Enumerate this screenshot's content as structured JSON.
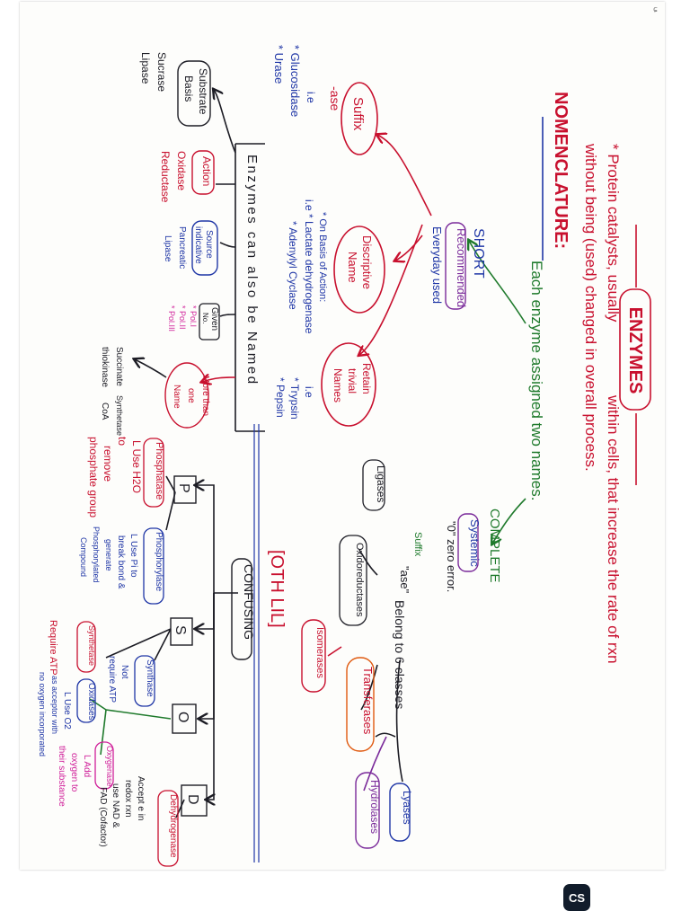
{
  "diagram": {
    "title": "ENZYMES",
    "definition": {
      "line1_a": "* Protein catalysts, usually",
      "line1_b": "within cells, that increase the rate of rxn",
      "line2": "without being (used) changed in overall process."
    },
    "nomenclature_heading": "NOMENCLATURE:",
    "assigned_note": "Each enzyme assigned two names.",
    "short": {
      "label": "SHORT",
      "recommended": "Recommended",
      "everyday": "Everyday used"
    },
    "complete": {
      "label": "COMPLETE",
      "systemic": "Systemic",
      "zero_error": "\"0\" zero error.",
      "suffix_label": "Suffix",
      "suffix_ase": "\"ase\"",
      "belong": "Belong to 6 classes",
      "mnemonic": "[OTH LIL]",
      "classes": {
        "oxidoreductases": "Oxidoreductases",
        "transferases": "Transferases",
        "hydrolases": "Hydrolases",
        "lyases": "Lyases",
        "isomerases": "Isomerases",
        "ligases": "Ligases"
      }
    },
    "suffix_branch": {
      "bubble": "Suffix",
      "ase": "-ase",
      "ie": "i.e",
      "ex1": "* Glucosidase",
      "ex2": "* Urase"
    },
    "descriptive_branch": {
      "bubble_line1": "Discriptive",
      "bubble_line2": "Name",
      "note1": "* On Basis of Action:",
      "note2": "i.e * Lactate dehydrogenase",
      "note3": "* Adenylyl Cyclase"
    },
    "trivial_branch": {
      "bubble_line1": "Retain",
      "bubble_line2": "trivial",
      "bubble_line3": "Names",
      "ie": "i.e",
      "ex1": "* Trypsin",
      "ex2": "* Pepsin"
    },
    "also_named": {
      "header": "Enzymes can also be Named",
      "substrate_line1": "Substrate",
      "substrate_line2": "Basis",
      "substrate_ex1": "Sucrase",
      "substrate_ex2": "Lipase",
      "action": "Action",
      "action_ex1": "Oxidase",
      "action_ex2": "Reductase",
      "source_line1": "Source",
      "source_line2": "indicative",
      "source_ex1": "Pancreatic",
      "source_ex2": "Lipase",
      "given_line1": "Given",
      "given_line2": "No.",
      "given_ex1": "* Pol.I",
      "given_ex2": "* Pol.II",
      "given_ex3": "* Pol.III",
      "more_line1": "More than",
      "more_line2": "one",
      "more_line3": "Name",
      "succinate_line1": "Succinate",
      "succinate_line2": "thiokinase",
      "succinate_synth": "Synthetase",
      "succinate_coa": "CoA"
    },
    "confusing": {
      "label": "CONFUSING",
      "p": "P",
      "s": "S",
      "o": "O",
      "d": "D",
      "phosphatase": "Phosphatase",
      "phosphatase_desc1": "L Use H2O",
      "phosphatase_desc2": "to",
      "phosphatase_desc3": "remove",
      "phosphatase_desc4": "phosphate group",
      "phosphorylase": "Phosphorylase",
      "phosphorylase_desc1": "L Use Pi to",
      "phosphorylase_desc2": "break bond &",
      "phosphorylase_desc3": "generate",
      "phosphorylase_desc4": "Phosphorylated",
      "phosphorylase_desc5": "Compound",
      "synthase": "Synthase",
      "synthase_desc1": "Not",
      "synthase_desc2": "require ATP",
      "synthetase": "Synthetase",
      "synthetase_desc": "Require ATP",
      "oxidase": "Oxidases",
      "oxidase_desc1": "L Use O2",
      "oxidase_desc2": "as acceptor with",
      "oxidase_desc3": "no oxygen incorporated",
      "oxygenase": "Oxygenase",
      "oxygenase_desc1": "L Add",
      "oxygenase_desc2": "oxygen to",
      "oxygenase_desc3": "their substance",
      "dehydrogenase": "Dehydrogenase",
      "dehydro_desc1": "Accept e in",
      "dehydro_desc2": "redox rxn",
      "dehydro_desc3": "use NAD &",
      "dehydro_desc4": "FAD (Cofactor)"
    },
    "scan_logo": "CS",
    "colors": {
      "black": "#1c1c24",
      "red": "#c8102e",
      "blue": "#1f36a6",
      "green": "#1f7a2c",
      "purple": "#7a2a9a",
      "magenta": "#d0209a",
      "orange": "#e05a10"
    }
  }
}
